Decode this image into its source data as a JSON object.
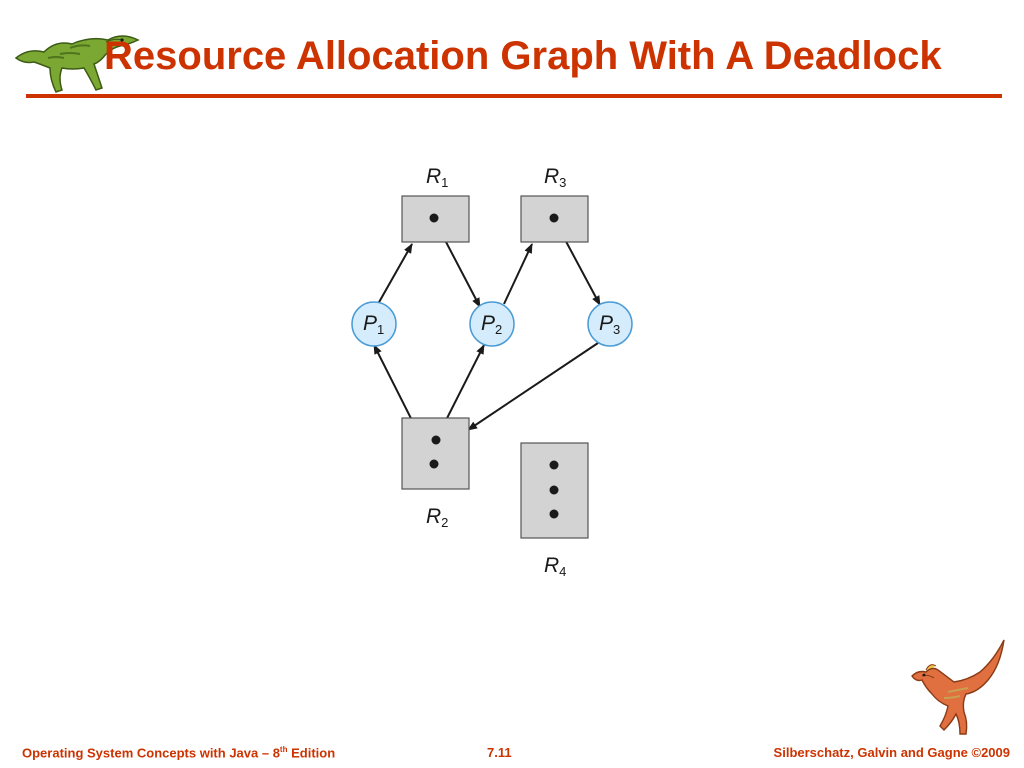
{
  "slide": {
    "title": "Resource Allocation Graph With A Deadlock",
    "footer": {
      "left_prefix": "Operating System Concepts with Java – 8",
      "left_sup": "th",
      "left_suffix": " Edition",
      "page_number": "7.11",
      "copyright": "Silberschatz, Galvin and Gagne ©2009"
    },
    "logos": [
      "green-dinosaur-icon",
      "red-dinosaur-icon"
    ]
  },
  "graph": {
    "resources": [
      {
        "id": "R1",
        "letter": "R",
        "sub": "1",
        "instances": 1
      },
      {
        "id": "R3",
        "letter": "R",
        "sub": "3",
        "instances": 1
      },
      {
        "id": "R2",
        "letter": "R",
        "sub": "2",
        "instances": 2
      },
      {
        "id": "R4",
        "letter": "R",
        "sub": "4",
        "instances": 3
      }
    ],
    "processes": [
      {
        "id": "P1",
        "letter": "P",
        "sub": "1"
      },
      {
        "id": "P2",
        "letter": "P",
        "sub": "2"
      },
      {
        "id": "P3",
        "letter": "P",
        "sub": "3"
      }
    ],
    "edges": [
      {
        "from": "P1",
        "to": "R1",
        "type": "request"
      },
      {
        "from": "R1",
        "to": "P2",
        "type": "assignment"
      },
      {
        "from": "P2",
        "to": "R3",
        "type": "request"
      },
      {
        "from": "R3",
        "to": "P3",
        "type": "assignment"
      },
      {
        "from": "P3",
        "to": "R2",
        "type": "request"
      },
      {
        "from": "R2",
        "to": "P1",
        "type": "assignment"
      },
      {
        "from": "R2",
        "to": "P2",
        "type": "assignment"
      }
    ],
    "colors": {
      "title": "#cc3300",
      "process_fill": "#d4ecfb",
      "process_stroke": "#4a9bd6",
      "resource_fill": "#d3d3d3",
      "resource_stroke": "#555555",
      "edge": "#1a1a1a"
    }
  }
}
